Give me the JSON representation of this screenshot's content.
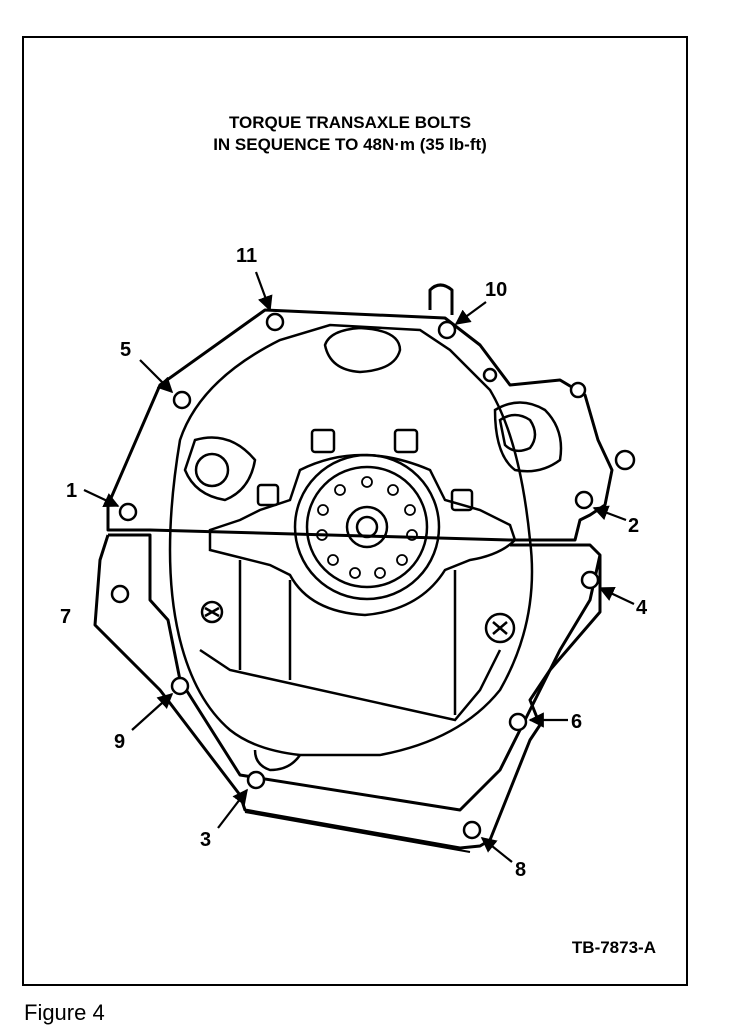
{
  "title": {
    "line1": "TORQUE TRANSAXLE BOLTS",
    "line2": "IN SEQUENCE TO 48N·m (35 lb-ft)"
  },
  "reference_code": "TB-7873-A",
  "caption": "Figure 4",
  "bolts": [
    {
      "id": "1",
      "label": "1"
    },
    {
      "id": "2",
      "label": "2"
    },
    {
      "id": "3",
      "label": "3"
    },
    {
      "id": "4",
      "label": "4"
    },
    {
      "id": "5",
      "label": "5"
    },
    {
      "id": "6",
      "label": "6"
    },
    {
      "id": "7",
      "label": "7"
    },
    {
      "id": "8",
      "label": "8"
    },
    {
      "id": "9",
      "label": "9"
    },
    {
      "id": "10",
      "label": "10"
    },
    {
      "id": "11",
      "label": "11"
    }
  ]
}
